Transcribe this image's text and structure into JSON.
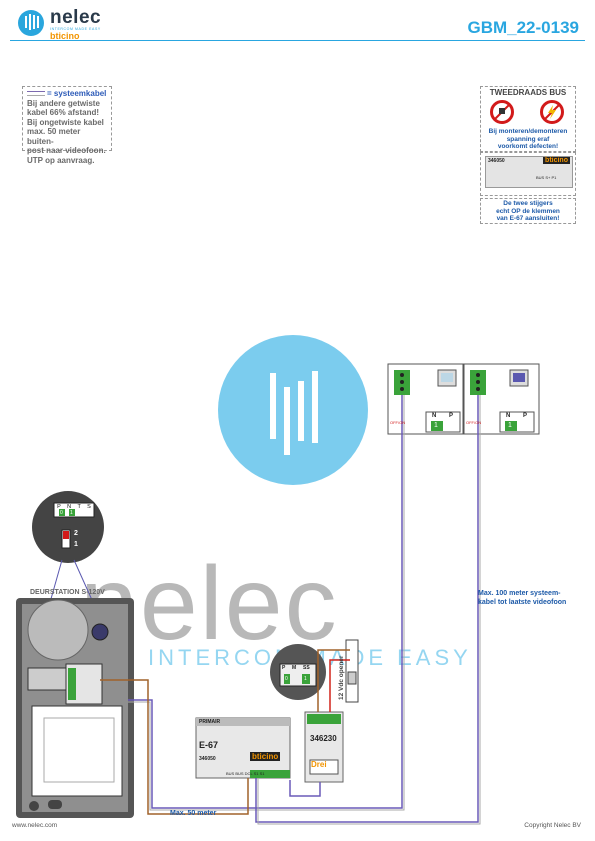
{
  "header": {
    "logo_name": "nelec",
    "logo_tagline": "INTERCOM MADE EASY",
    "logo_brand": "bticino",
    "doc_code": "GBM_22-0139"
  },
  "legend_note": {
    "title": "= systeemkabel",
    "lines": [
      "Bij andere getwiste",
      "kabel 66% afstand!",
      "Bij ongetwiste kabel",
      "max. 50 meter buiten-",
      "post naar videofoon.",
      "UTP op aanvraag."
    ]
  },
  "bus_note": {
    "title": "TWEEDRAADS BUS",
    "warning": [
      "Bij monteren/demonteren",
      "spanning eraf",
      "voorkomt defecten!"
    ],
    "module_code": "346050",
    "module_brand": "bticino",
    "terminals": "BUS S+ P1",
    "riser": [
      "De twee stijgers",
      "echt OP de klemmen",
      "van E-67 aansluiten!"
    ]
  },
  "doorstation": {
    "title": "DEURSTATION S-120V",
    "zoom_terminals": [
      "P",
      "N",
      "T",
      "S"
    ],
    "zoom_values": [
      "0",
      "1"
    ],
    "dip": [
      "2",
      "1"
    ]
  },
  "videophones": {
    "label_off": "OFF/ON",
    "cols": [
      "N",
      "P"
    ],
    "value": "1",
    "small_label": "ON SW"
  },
  "psu": {
    "primair": "PRIMAIR",
    "model": "E-67",
    "code": "346050",
    "brand": "bticino",
    "terminals": "BUS  BUS  DCL  S1  S1"
  },
  "relay": {
    "code": "346230",
    "label": "Drei",
    "zoom_terms": [
      "P",
      "M",
      "SS"
    ],
    "zoom_values": [
      "0",
      "1"
    ]
  },
  "labels": {
    "opener": "12 Vdc opener",
    "max_system": [
      "Max. 100 meter systeem-",
      "kabel tot laatste videofoon"
    ],
    "max_50": "Max. 50 meter"
  },
  "watermark": {
    "text": "nelec",
    "sub": "INTERCOM MADE EASY"
  },
  "footer": {
    "site": "www.nelec.com",
    "copyright": "Copyright Nelec BV"
  },
  "colors": {
    "accent": "#29a6e0",
    "bus_blue": "#6a5ab8",
    "wire_brown": "#a0622a",
    "wire_red": "#d2231a",
    "green": "#3aa33a"
  }
}
